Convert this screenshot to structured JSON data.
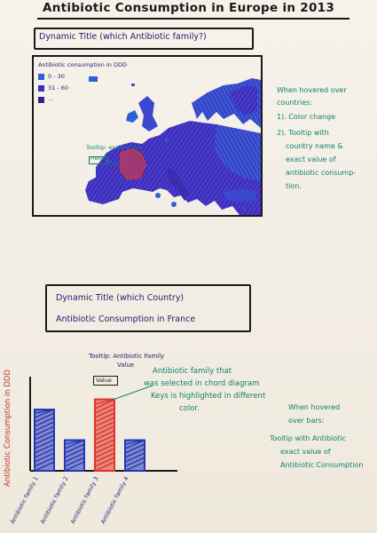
{
  "page_title": "Antibiotic Consumption in Europe in 2013",
  "map_section": {
    "dynamic_title": "Dynamic Title (which Antibiotic family?)",
    "legend": {
      "title": "Antibiotic consumption in DDD",
      "items": [
        {
          "label": "0 - 30",
          "color": "#2d5fd8"
        },
        {
          "label": "31 - 60",
          "color": "#3b2fc0"
        },
        {
          "label": "...",
          "color": "#3a1f8a"
        }
      ]
    },
    "tooltip_label": "Tooltip: exact value",
    "tooltip_box_text": "France",
    "hover_notes": [
      "When hovered over",
      "countries:",
      "1). Color change",
      "2). Tooltip with",
      "country name &",
      "exact value of",
      "antibiotic consump-",
      "tion."
    ]
  },
  "bar_section": {
    "dynamic_title_line1": "Dynamic Title (which Country)",
    "dynamic_title_line2": "Antibiotic Consumption in France",
    "tooltip_label_line1": "Tooltip: Antibiotic Family",
    "tooltip_label_line2": "Value",
    "value_box_label": "Value",
    "highlight_note": [
      "Antibiotic family that",
      "was selected in chord diagram",
      "Keys is highlighted in different",
      "color."
    ],
    "hover_notes": [
      "When hovered",
      "over bars:",
      "Tooltip with Antibiotic",
      "exact value of",
      "Antibiotic Consumption"
    ],
    "y_axis_label": "Antibiotic Consumption in DDD",
    "colors": {
      "normal": "#2437b8",
      "highlight": "#e0342a"
    }
  },
  "chart_data": {
    "type": "bar",
    "title": "Antibiotic Consumption in France",
    "ylabel": "Antibiotic Consumption in DDD",
    "categories": [
      "Antibiotic family 1",
      "Antibiotic family 2",
      "Antibiotic family 3",
      "Antibiotic family 4"
    ],
    "values": [
      6,
      3,
      7,
      3
    ],
    "highlighted_index": 2,
    "ylim": [
      0,
      8
    ]
  }
}
